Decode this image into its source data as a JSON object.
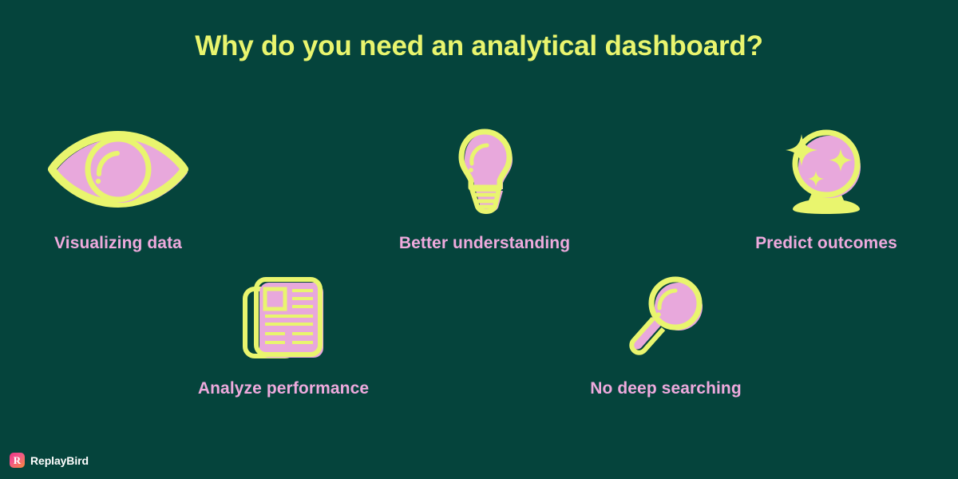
{
  "title": "Why do you need an analytical dashboard?",
  "colors": {
    "background": "#05443C",
    "accent_yellow": "#E9F56E",
    "accent_pink": "#EEAADD",
    "icon_fill_pink": "#E8A8DC",
    "title_color": "#E9F56E",
    "caption_color": "#EEAADD",
    "logo_text_color": "#FFFFFF",
    "logo_gradient_start": "#F0327F",
    "logo_gradient_end": "#F78A3C"
  },
  "items": [
    {
      "id": "visualizing",
      "icon": "eye-icon",
      "label": "Visualizing data"
    },
    {
      "id": "understanding",
      "icon": "lightbulb-icon",
      "label": "Better understanding"
    },
    {
      "id": "predict",
      "icon": "crystal-ball-icon",
      "label": "Predict outcomes"
    },
    {
      "id": "analyze",
      "icon": "newspaper-icon",
      "label": "Analyze performance"
    },
    {
      "id": "search",
      "icon": "magnifier-icon",
      "label": "No deep searching"
    }
  ],
  "logo": {
    "mark_letter": "R",
    "name": "ReplayBird"
  }
}
